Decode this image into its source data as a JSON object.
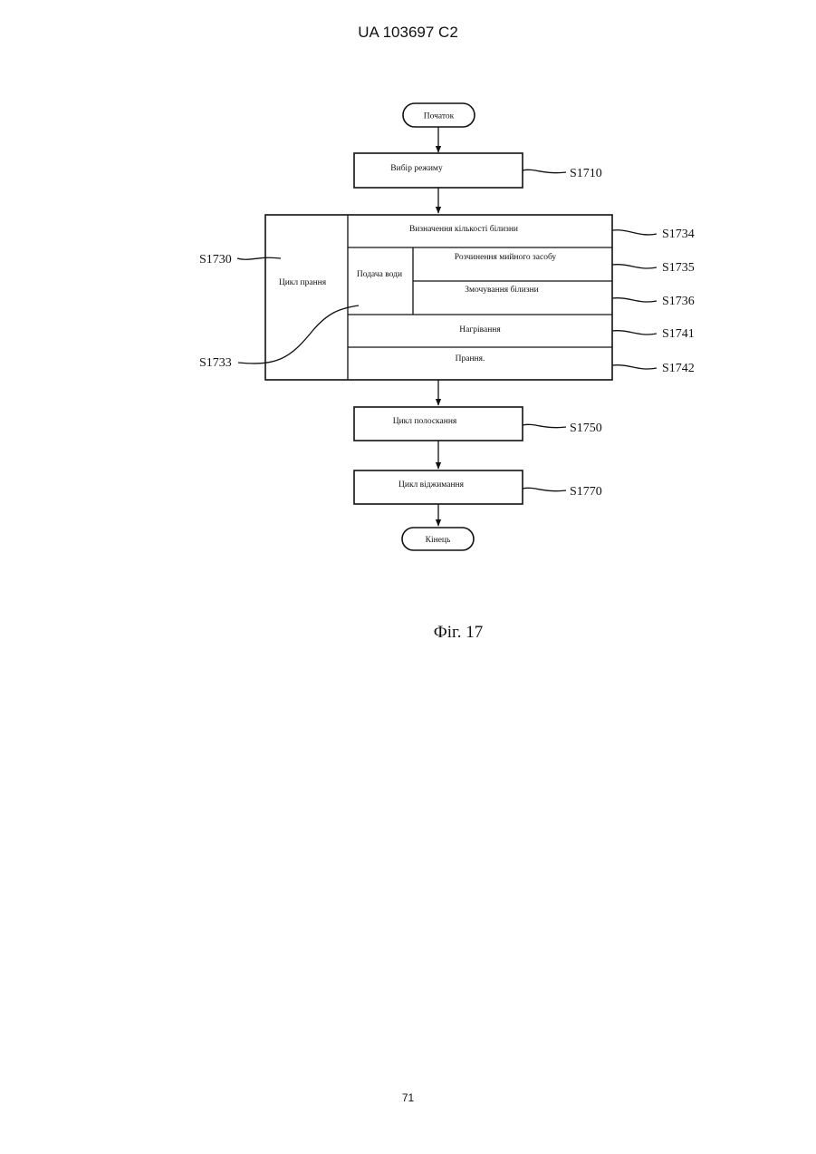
{
  "header": {
    "patent_number": "UA   103697   C2"
  },
  "flowchart": {
    "start": "Початок",
    "mode_select": "Вибір режиму",
    "wash_cycle": "Цикл прання",
    "water_supply": "Подача води",
    "laundry_amount": "Визначення кількості білизни",
    "detergent_dissolve": "Розчинення мийного засобу",
    "laundry_wetting": "Змочування білизни",
    "heating": "Нагрівання",
    "washing": "Прання.",
    "rinse_cycle": "Цикл полоскання",
    "spin_cycle": "Цикл віджимання",
    "end": "Кінець"
  },
  "refs": {
    "s1710": "S1710",
    "s1730": "S1730",
    "s1733": "S1733",
    "s1734": "S1734",
    "s1735": "S1735",
    "s1736": "S1736",
    "s1741": "S1741",
    "s1742": "S1742",
    "s1750": "S1750",
    "s1770": "S1770"
  },
  "caption": "Фіг. 17",
  "page_number": "71"
}
